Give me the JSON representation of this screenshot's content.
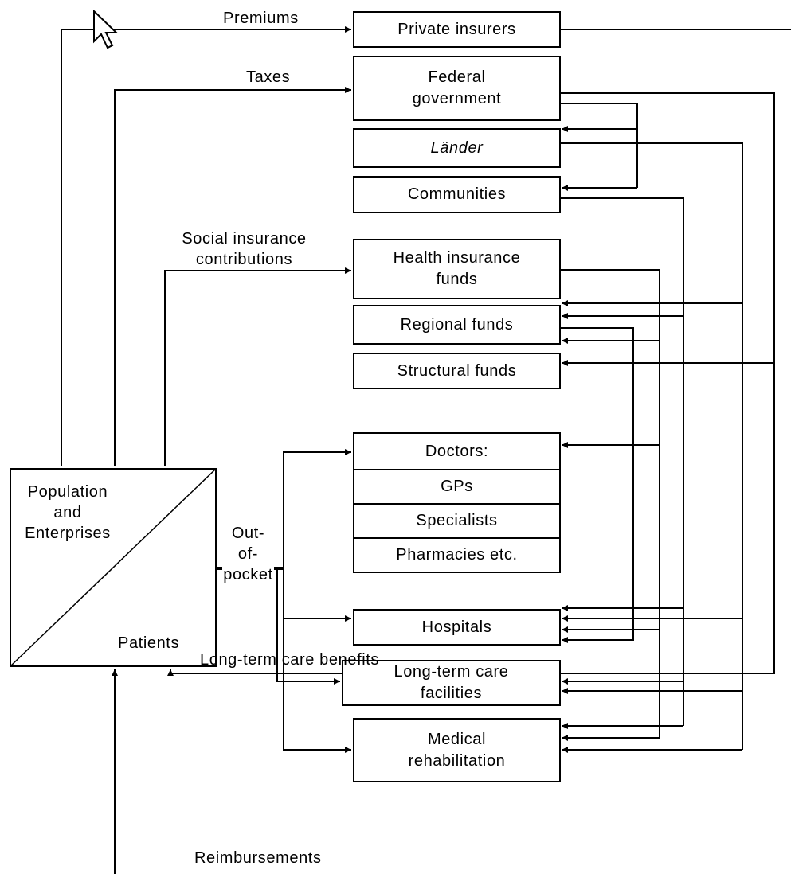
{
  "boxes": {
    "private_insurers": "Private insurers",
    "federal_government": "Federal\ngovernment",
    "laender": "Länder",
    "communities": "Communities",
    "health_insurance_funds": "Health insurance\nfunds",
    "regional_funds": "Regional funds",
    "structural_funds": "Structural funds",
    "doctors": "Doctors:",
    "gps": "GPs",
    "specialists": "Specialists",
    "pharmacies": "Pharmacies etc.",
    "hospitals": "Hospitals",
    "long_term_care_facilities": "Long-term care\nfacilities",
    "medical_rehabilitation": "Medical\nrehabilitation"
  },
  "population": {
    "top": "Population\nand\nEnterprises",
    "bottom": "Patients"
  },
  "flows": {
    "premiums": "Premiums",
    "taxes": "Taxes",
    "social_insurance": "Social insurance\ncontributions",
    "out_of_pocket": "Out-\nof-\npocket",
    "long_term_care_benefits": "Long-term care benefits",
    "reimbursements": "Reimbursements"
  },
  "icons": {
    "cursor": "mouse-pointer-icon"
  }
}
